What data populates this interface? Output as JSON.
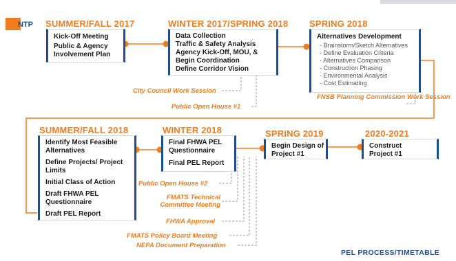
{
  "logo": {
    "text": "NTP"
  },
  "phases": [
    {
      "title": "SUMMER/FALL 2017",
      "items": [
        "Kick-Off Meeting",
        "Public & Agency Involvement Plan"
      ]
    },
    {
      "title": "WINTER 2017/SPRING 2018",
      "items": [
        "Data Collection",
        "Traffic & Safety Analysis",
        "Agency Kick-Off, MOU, & Begin Coordination",
        "Define Corridor Vision"
      ]
    },
    {
      "title": "SPRING 2018",
      "heading": "Alternatives Development",
      "subitems": [
        "- Brainstorm/Sketch Alternatives",
        "- Define Evaluation Criteria",
        "- Alternatives Comparison",
        "- Construction Phasing",
        "- Environmental Analysis",
        "- Cost Estimating"
      ]
    },
    {
      "title": "SUMMER/FALL 2018",
      "items": [
        "Identify Most Feasible Alternatives",
        "Define Projects/ Project Limits",
        "Initial Class of Action",
        "Draft FHWA PEL Questionnaire",
        "Draft PEL Report"
      ]
    },
    {
      "title": "WINTER 2018",
      "items": [
        "Final FHWA PEL Questionnaire",
        "Final PEL Report"
      ]
    },
    {
      "title": "SPRING 2019",
      "items": [
        "Begin Design of Project #1"
      ]
    },
    {
      "title": "2020-2021",
      "items": [
        "Construct Project #1"
      ]
    }
  ],
  "events": [
    "City Council Work Session",
    "Public Open House #1",
    "FNSB Planning Commission Work Session",
    "Public Open House #2",
    "FMATS Technical Committee Meeting",
    "FHWA Approval",
    "FMATS Policy Board Meeting",
    "NEPA Document Preparation"
  ],
  "footer": {
    "text": "PEL PROCESS/TIMETABLE"
  },
  "colors": {
    "accent": "#ef7d22",
    "brand": "#1f4e8c"
  }
}
